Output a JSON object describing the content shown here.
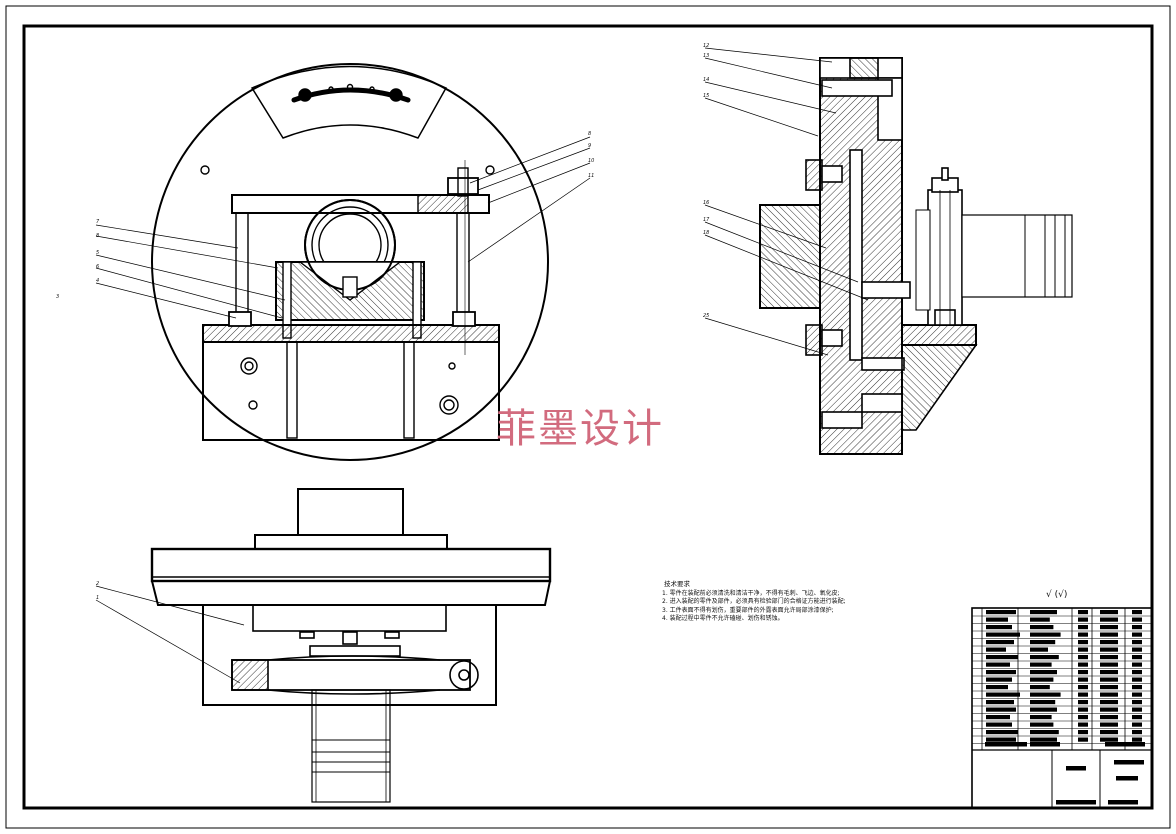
{
  "watermark": "菲墨设计",
  "technical_requirements": {
    "heading": "技术要求",
    "notes": [
      "1. 零件在装配前必须清洗和清洁干净，不得有毛刺、飞边、氧化皮;",
      "2. 进入装配的零件及部件，必须具有检验部门的合格证方能进行装配;",
      "3. 工件表面不得有划伤，重要部件的外露表面允许局部涂漆保护;",
      "4. 装配过程中零件不允许磕碰、划伤和锈蚀。"
    ]
  },
  "surface_roughness": "√ (√)",
  "balloons": {
    "front_view": [
      "7",
      "8",
      "5",
      "6",
      "4",
      "3",
      "8",
      "9",
      "10",
      "11"
    ],
    "side_view": [
      "12",
      "13",
      "14",
      "15",
      "16",
      "17",
      "18",
      "25"
    ],
    "top_view": [
      "2",
      "1"
    ]
  }
}
